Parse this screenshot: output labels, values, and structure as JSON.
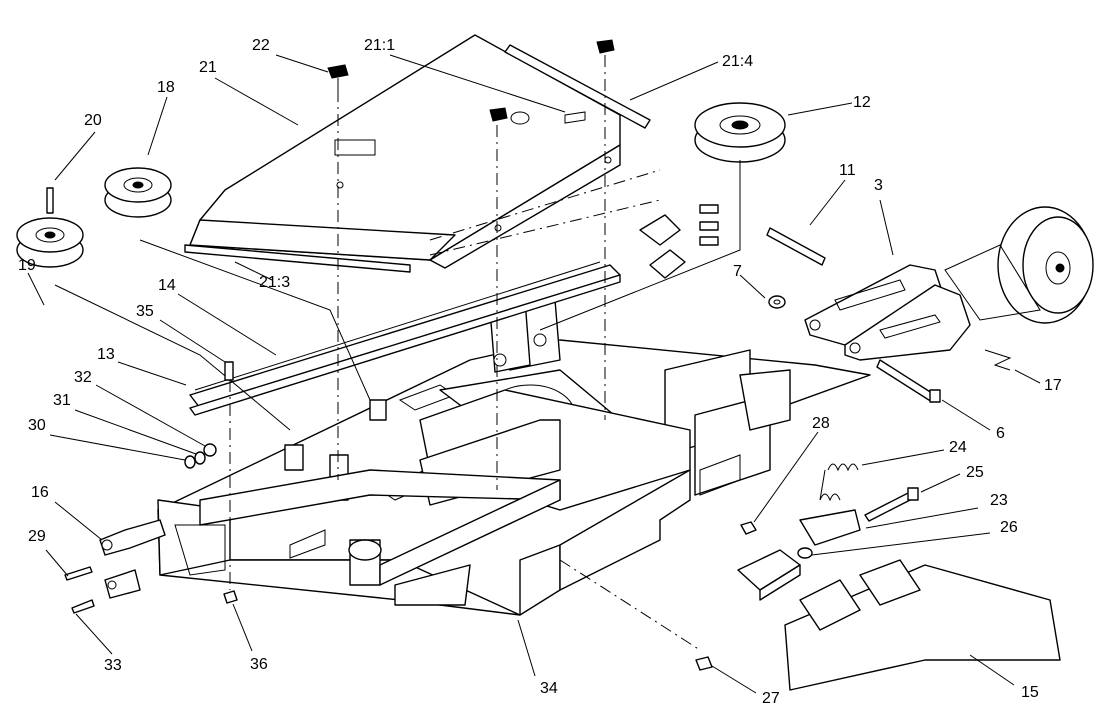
{
  "diagram": {
    "callouts": [
      {
        "id": "c22",
        "text": "22"
      },
      {
        "id": "c21_1",
        "text": "21:1"
      },
      {
        "id": "c21_4",
        "text": "21:4"
      },
      {
        "id": "c21",
        "text": "21"
      },
      {
        "id": "c18",
        "text": "18"
      },
      {
        "id": "c20",
        "text": "20"
      },
      {
        "id": "c12",
        "text": "12"
      },
      {
        "id": "c11",
        "text": "11"
      },
      {
        "id": "c3",
        "text": "3"
      },
      {
        "id": "c19",
        "text": "19"
      },
      {
        "id": "c21_3",
        "text": "21:3"
      },
      {
        "id": "c7",
        "text": "7"
      },
      {
        "id": "c14",
        "text": "14"
      },
      {
        "id": "c35",
        "text": "35"
      },
      {
        "id": "c13",
        "text": "13"
      },
      {
        "id": "c17",
        "text": "17"
      },
      {
        "id": "c32",
        "text": "32"
      },
      {
        "id": "c31",
        "text": "31"
      },
      {
        "id": "c30",
        "text": "30"
      },
      {
        "id": "c6",
        "text": "6"
      },
      {
        "id": "c28",
        "text": "28"
      },
      {
        "id": "c24",
        "text": "24"
      },
      {
        "id": "c25",
        "text": "25"
      },
      {
        "id": "c16",
        "text": "16"
      },
      {
        "id": "c23",
        "text": "23"
      },
      {
        "id": "c26",
        "text": "26"
      },
      {
        "id": "c29",
        "text": "29"
      },
      {
        "id": "c33",
        "text": "33"
      },
      {
        "id": "c36",
        "text": "36"
      },
      {
        "id": "c34",
        "text": "34"
      },
      {
        "id": "c27",
        "text": "27"
      },
      {
        "id": "c15",
        "text": "15"
      }
    ]
  }
}
